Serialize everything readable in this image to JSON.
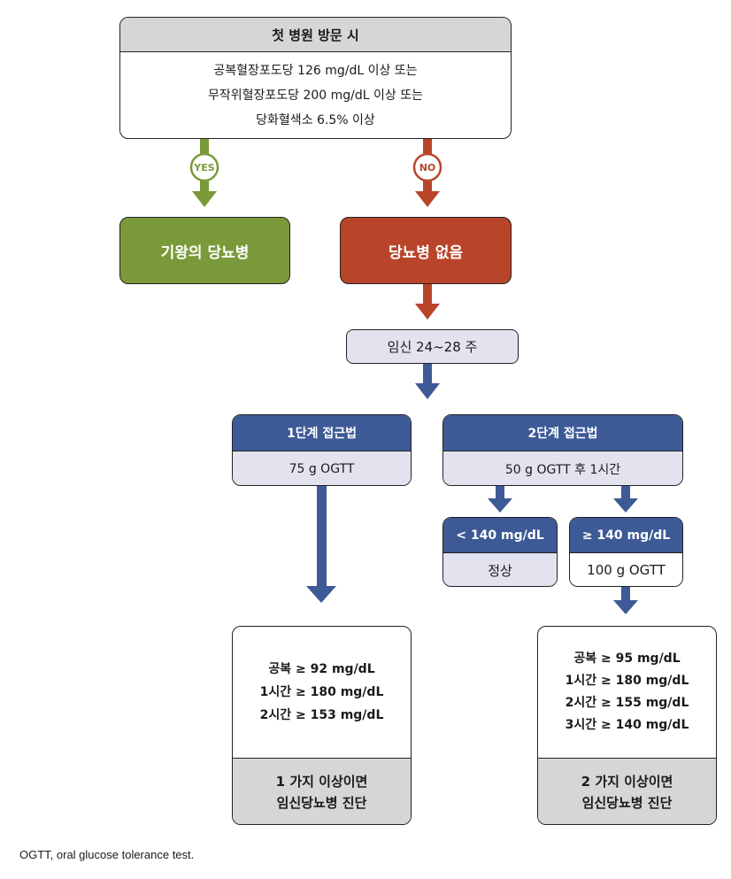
{
  "first_visit": {
    "title": "첫 병원 방문 시",
    "lines": [
      "공복혈장포도당 126 mg/dL 이상 또는",
      "무작위혈장포도당 200 mg/dL 이상 또는",
      "당화혈색소 6.5% 이상"
    ]
  },
  "yes_label": "YES",
  "no_label": "NO",
  "existing_diabetes": "기왕의 당뇨병",
  "no_diabetes": "당뇨병 없음",
  "gestation": "임신 24~28 주",
  "one_step": {
    "title": "1단계 접근법",
    "test": "75 g OGTT",
    "criteria": [
      "공복 ≥ 92 mg/dL",
      "1시간 ≥ 180 mg/dL",
      "2시간 ≥ 153 mg/dL"
    ],
    "result": [
      "1 가지 이상이면",
      "임신당뇨병 진단"
    ]
  },
  "two_step": {
    "title": "2단계 접근법",
    "test": "50 g OGTT 후 1시간",
    "low": {
      "title": "< 140 mg/dL",
      "result": "정상"
    },
    "high": {
      "title": "≥ 140 mg/dL",
      "test": "100 g OGTT"
    },
    "criteria": [
      "공복 ≥ 95 mg/dL",
      "1시간 ≥ 180 mg/dL",
      "2시간 ≥ 155 mg/dL",
      "3시간 ≥ 140 mg/dL"
    ],
    "result": [
      "2 가지 이상이면",
      "임신당뇨병 진단"
    ]
  },
  "footnote": "OGTT, oral glucose tolerance test.",
  "colors": {
    "yes_green": "#7a9a3a",
    "no_red": "#b8452a",
    "blue": "#3d5a96",
    "gray_header": "#d6d6d6",
    "lavender": "#e3e3ef"
  }
}
